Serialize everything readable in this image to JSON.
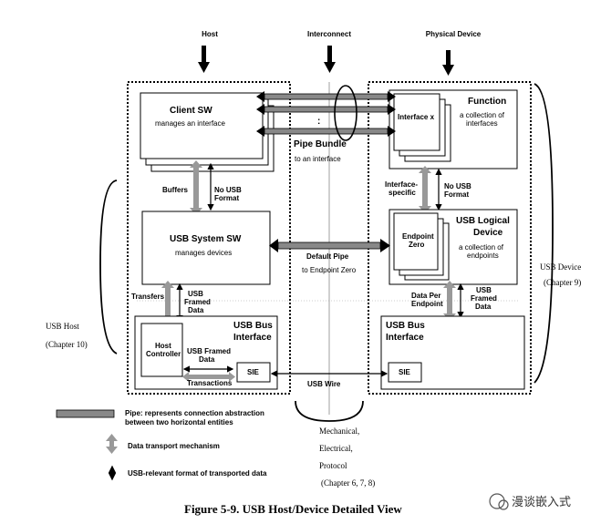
{
  "columns": {
    "host": "Host",
    "interconnect": "Interconnect",
    "physical_device": "Physical Device"
  },
  "host_side": {
    "client_sw": {
      "title": "Client SW",
      "subtitle": "manages an interface"
    },
    "buffers": "Buffers",
    "no_usb_format_1": "No USB",
    "no_usb_format_2": "Format",
    "usb_system_sw": {
      "title": "USB System SW",
      "subtitle": "manages devices"
    },
    "transfers": "Transfers",
    "usb_framed_data_1": "USB",
    "usb_framed_data_2": "Framed",
    "usb_framed_data_3": "Data",
    "usb_bus_interface": {
      "title_1": "USB Bus",
      "title_2": "Interface"
    },
    "host_controller_1": "Host",
    "host_controller_2": "Controller",
    "inner_framed_1": "USB Framed",
    "inner_framed_2": "Data",
    "sie": "SIE",
    "transactions": "Transactions"
  },
  "middle": {
    "pipe_bundle": "Pipe Bundle",
    "to_an_interface": "to an interface",
    "default_pipe": "Default Pipe",
    "to_endpoint_zero": "to Endpoint Zero",
    "usb_wire": "USB Wire",
    "dots": ":"
  },
  "device_side": {
    "function": {
      "title": "Function",
      "sub_1": "a collection of",
      "sub_2": "interfaces"
    },
    "interface_x": "Interface x",
    "interface_specific_1": "Interface-",
    "interface_specific_2": "specific",
    "no_usb_format_1": "No USB",
    "no_usb_format_2": "Format",
    "usb_logical_device": {
      "title_1": "USB Logical",
      "title_2": "Device",
      "sub_1": "a collection of",
      "sub_2": "endpoints"
    },
    "endpoint_zero_1": "Endpoint",
    "endpoint_zero_2": "Zero",
    "data_per_endpoint_1": "Data Per",
    "data_per_endpoint_2": "Endpoint",
    "usb_framed_data_1": "USB",
    "usb_framed_data_2": "Framed",
    "usb_framed_data_3": "Data",
    "usb_bus_interface": {
      "title_1": "USB Bus",
      "title_2": "Interface"
    },
    "sie": "SIE"
  },
  "side_labels": {
    "usb_host_1": "USB Host",
    "usb_host_2": "(Chapter 10)",
    "usb_device_1": "USB Device",
    "usb_device_2": "(Chapter 9)"
  },
  "bottom_labels": {
    "mechanical": "Mechanical,",
    "electrical": "Electrical,",
    "protocol": "Protocol",
    "chapters": "(Chapter 6, 7, 8)"
  },
  "legend": {
    "pipe_1": "Pipe: represents connection abstraction",
    "pipe_2": "between two horizontal entities",
    "data_transport": "Data transport mechanism",
    "usb_relevant": "USB-relevant format of transported data"
  },
  "caption": "Figure 5-9.  USB Host/Device Detailed View",
  "watermark": "漫谈嵌入式"
}
